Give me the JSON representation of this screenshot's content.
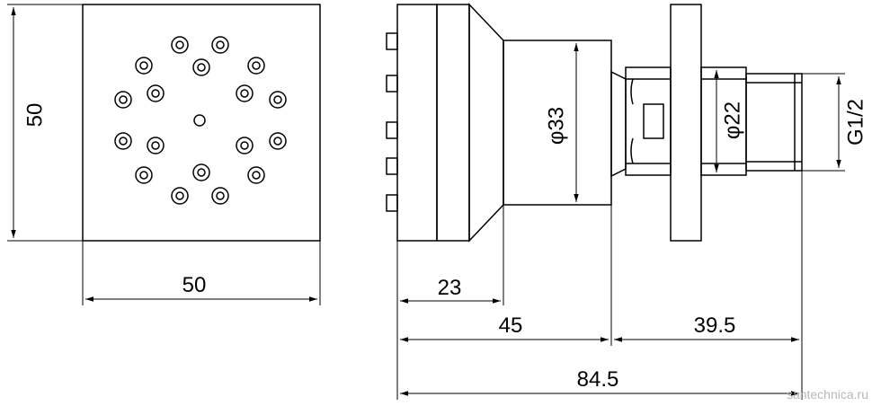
{
  "front_view": {
    "height_label": "50",
    "width_label": "50"
  },
  "side_view": {
    "outlet_diameter_label": "φ33",
    "nut_diameter_label": "φ22",
    "thread_label": "G1/2",
    "head_depth_label": "23",
    "body_length_label": "45",
    "connector_length_label": "39.5",
    "overall_length_label": "84.5"
  },
  "watermark": "santechnica.ru",
  "colors": {
    "line": "#000000",
    "watermark": "#b8b8b8"
  }
}
